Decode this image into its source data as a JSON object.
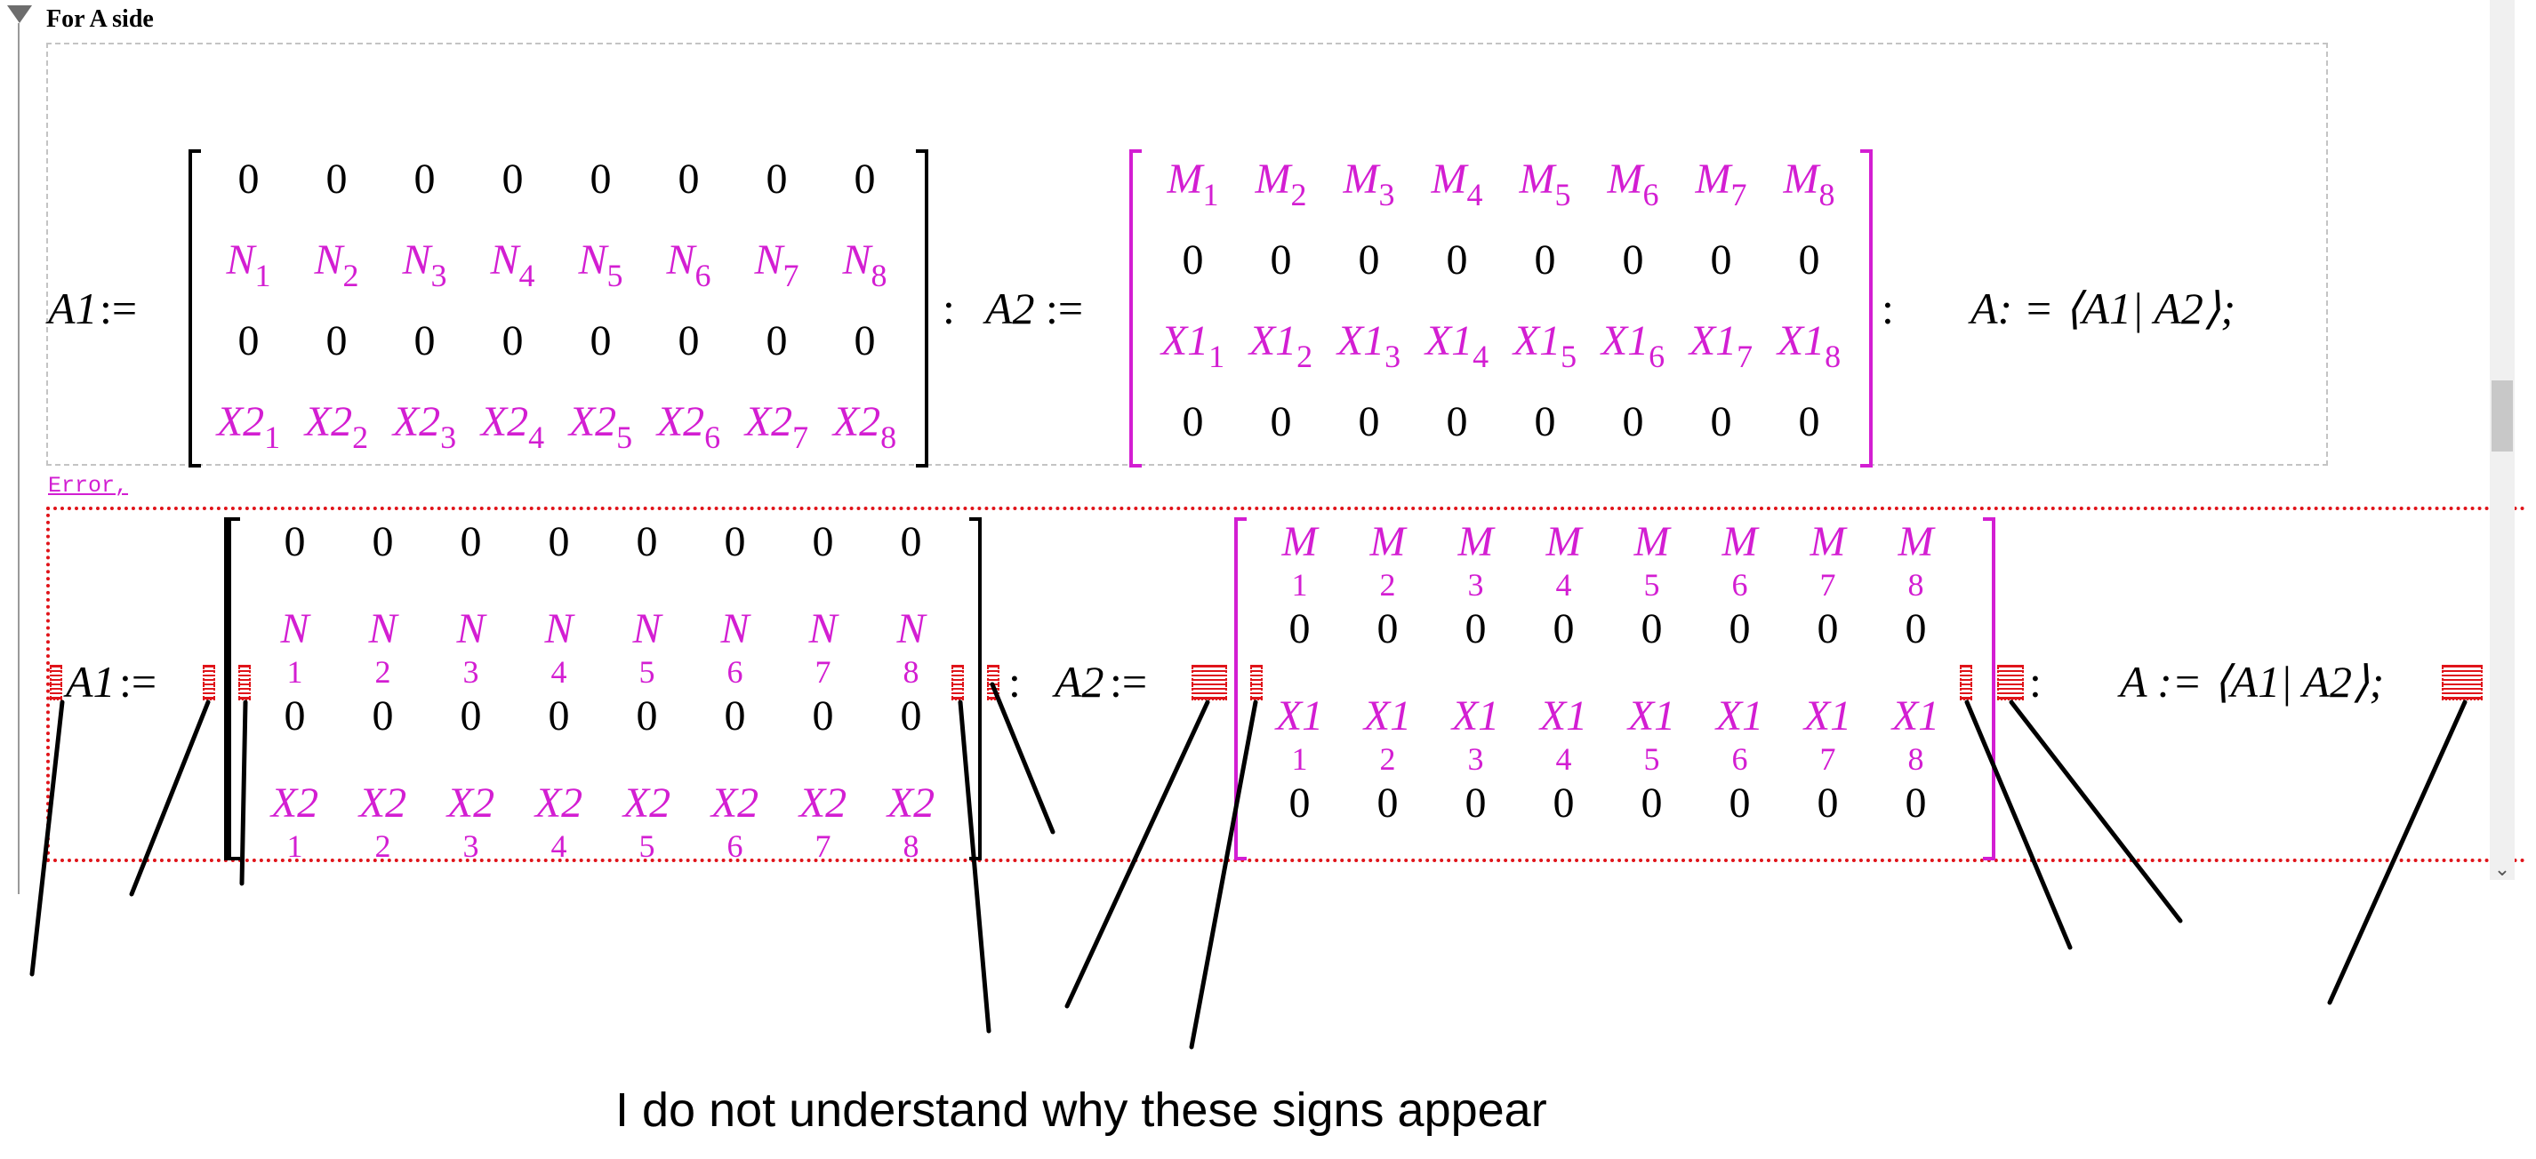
{
  "section": {
    "title": "For A side"
  },
  "input": {
    "a1_lhs": "A1",
    "assign": ":=",
    "a2_lhs": "A2",
    "a_expr": "A: = ⟨A1| A2⟩;",
    "colon": ":",
    "a1_rows": [
      [
        "0",
        "0",
        "0",
        "0",
        "0",
        "0",
        "0",
        "0"
      ],
      [
        "N",
        "N",
        "N",
        "N",
        "N",
        "N",
        "N",
        "N"
      ],
      [
        "0",
        "0",
        "0",
        "0",
        "0",
        "0",
        "0",
        "0"
      ],
      [
        "X2",
        "X2",
        "X2",
        "X2",
        "X2",
        "X2",
        "X2",
        "X2"
      ]
    ],
    "a2_rows": [
      [
        "M",
        "M",
        "M",
        "M",
        "M",
        "M",
        "M",
        "M"
      ],
      [
        "0",
        "0",
        "0",
        "0",
        "0",
        "0",
        "0",
        "0"
      ],
      [
        "X1",
        "X1",
        "X1",
        "X1",
        "X1",
        "X1",
        "X1",
        "X1"
      ],
      [
        "0",
        "0",
        "0",
        "0",
        "0",
        "0",
        "0",
        "0"
      ]
    ],
    "subscripts": [
      "1",
      "2",
      "3",
      "4",
      "5",
      "6",
      "7",
      "8"
    ]
  },
  "output": {
    "error_label": "Error,",
    "a1_lhs": "A1",
    "assign": ":=",
    "a2_lhs": "A2",
    "a_expr": "A := ⟨A1| A2⟩;",
    "colon": ":"
  },
  "caption": "I do not understand why these signs appear",
  "colors": {
    "magenta": "#d31ed2",
    "error_red": "#e0141a"
  }
}
